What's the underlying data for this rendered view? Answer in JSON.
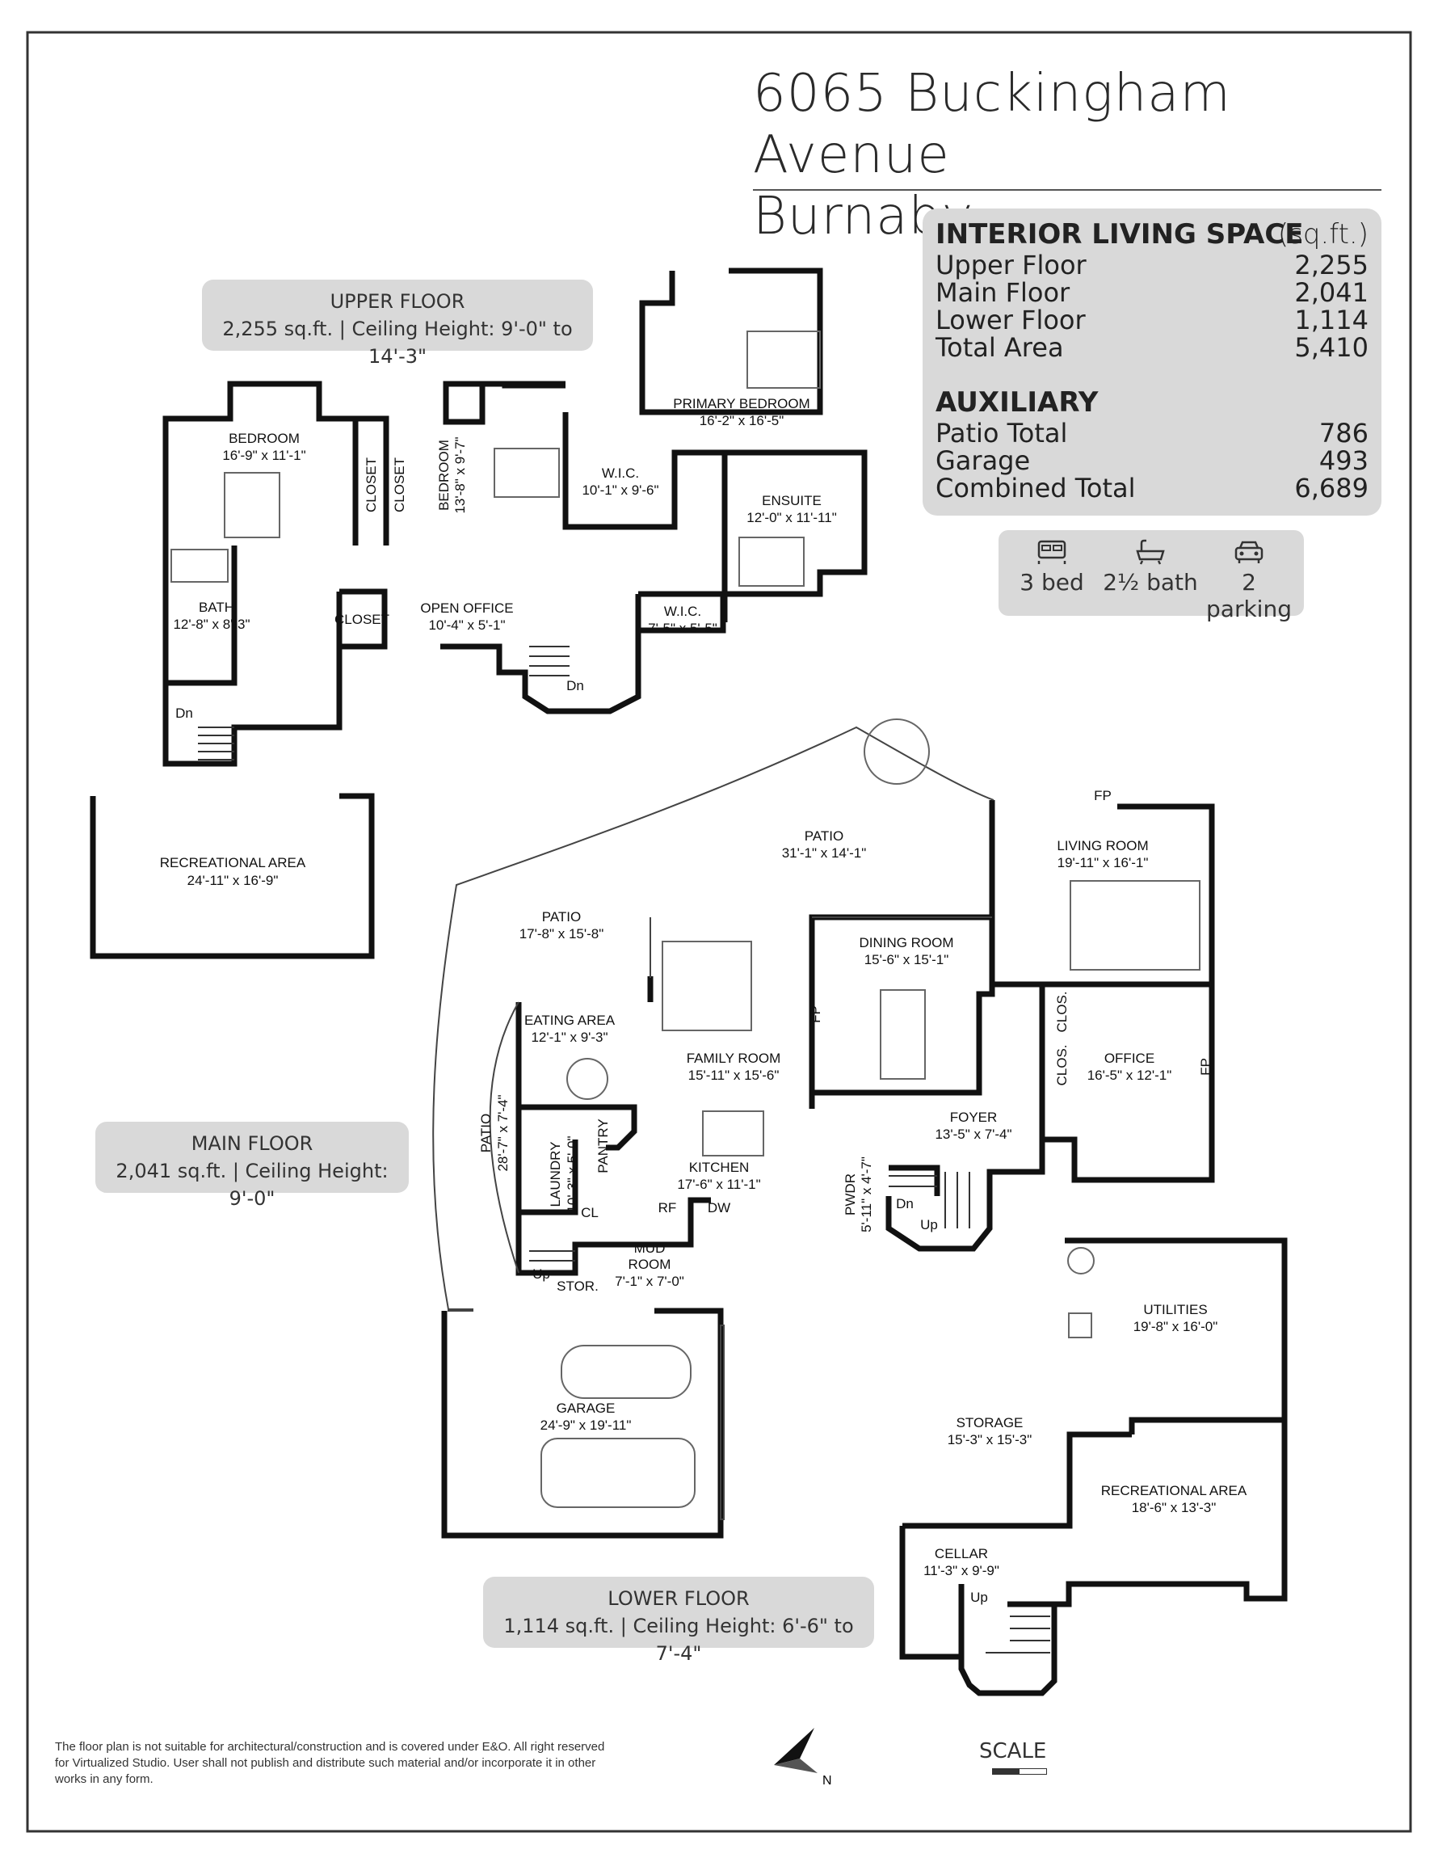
{
  "header": {
    "address_line1": "6065 Buckingham Avenue",
    "address_line2": "Burnaby"
  },
  "summary": {
    "interior_heading": "INTERIOR LIVING SPACE",
    "unit": "(sq.ft.)",
    "interior_rows": [
      {
        "label": "Upper Floor",
        "value": "2,255"
      },
      {
        "label": "Main Floor",
        "value": "2,041"
      },
      {
        "label": "Lower Floor",
        "value": "1,114"
      },
      {
        "label": "Total Area",
        "value": "5,410"
      }
    ],
    "auxiliary_heading": "AUXILIARY",
    "auxiliary_rows": [
      {
        "label": "Patio Total",
        "value": "786"
      },
      {
        "label": "Garage",
        "value": "493"
      },
      {
        "label": "Combined Total",
        "value": "6,689"
      }
    ]
  },
  "features": {
    "bed": {
      "icon": "bed-icon",
      "label": "3 bed"
    },
    "bath": {
      "icon": "bathtub-icon",
      "label": "2½ bath"
    },
    "parking": {
      "icon": "car-icon",
      "label": "2 parking"
    }
  },
  "floors": {
    "upper": {
      "name": "UPPER FLOOR",
      "detail": "2,255 sq.ft. | Ceiling Height: 9'-0\" to 14'-3\""
    },
    "main": {
      "name": "MAIN FLOOR",
      "detail": "2,041 sq.ft. | Ceiling Height: 9'-0\""
    },
    "lower": {
      "name": "LOWER FLOOR",
      "detail": "1,114 sq.ft. | Ceiling Height: 6'-6\" to 7'-4\""
    }
  },
  "rooms": {
    "primary_bedroom": {
      "name": "PRIMARY BEDROOM",
      "dims": "16'-2\" x 16'-5\""
    },
    "bedroom1": {
      "name": "BEDROOM",
      "dims": "16'-9\" x 11'-1\""
    },
    "bedroom2": {
      "name": "BEDROOM",
      "dims": "13'-8\" x 9'-7\""
    },
    "closet_a": {
      "name": "CLOSET"
    },
    "closet_b": {
      "name": "CLOSET"
    },
    "closet_c": {
      "name": "CLOSET"
    },
    "wic1": {
      "name": "W.I.C.",
      "dims": "10'-1\" x 9'-6\""
    },
    "ensuite": {
      "name": "ENSUITE",
      "dims": "12'-0\" x 11'-11\""
    },
    "bath": {
      "name": "BATH",
      "dims": "12'-8\" x 8'-3\""
    },
    "open_office": {
      "name": "OPEN OFFICE",
      "dims": "10'-4\" x 5'-1\""
    },
    "wic2": {
      "name": "W.I.C.",
      "dims": "7'-5\" x 5'-5\""
    },
    "rec_upper": {
      "name": "RECREATIONAL AREA",
      "dims": "24'-11\" x 16'-9\""
    },
    "patio_top": {
      "name": "PATIO",
      "dims": "31'-1\" x 14'-1\""
    },
    "patio_left": {
      "name": "PATIO",
      "dims": "17'-8\" x 15'-8\""
    },
    "patio_side": {
      "name": "PATIO",
      "dims": "28'-7\" x 7'-4\""
    },
    "living_room": {
      "name": "LIVING ROOM",
      "dims": "19'-11\" x 16'-1\""
    },
    "dining_room": {
      "name": "DINING ROOM",
      "dims": "15'-6\" x 15'-1\""
    },
    "eating_area": {
      "name": "EATING AREA",
      "dims": "12'-1\" x 9'-3\""
    },
    "family_room": {
      "name": "FAMILY ROOM",
      "dims": "15'-11\" x 15'-6\""
    },
    "office": {
      "name": "OFFICE",
      "dims": "16'-5\" x 12'-1\""
    },
    "clos1": {
      "name": "CLOS."
    },
    "clos2": {
      "name": "CLOS."
    },
    "foyer": {
      "name": "FOYER",
      "dims": "13'-5\" x 7'-4\""
    },
    "kitchen": {
      "name": "KITCHEN",
      "dims": "17'-6\" x 11'-1\""
    },
    "laundry": {
      "name": "LAUNDRY",
      "dims": "10'-3\" x 5'-0\""
    },
    "pantry": {
      "name": "PANTRY"
    },
    "cl": {
      "name": "CL"
    },
    "pwdr": {
      "name": "PWDR",
      "dims": "5'-11\" x 4'-7\""
    },
    "mud_room": {
      "name1": "MUD",
      "name2": "ROOM",
      "dims": "7'-1\" x 7'-0\""
    },
    "stor": {
      "name": "STOR."
    },
    "garage": {
      "name": "GARAGE",
      "dims": "24'-9\" x 19'-11\""
    },
    "utilities": {
      "name": "UTILITIES",
      "dims": "19'-8\" x 16'-0\""
    },
    "storage": {
      "name": "STORAGE",
      "dims": "15'-3\" x 15'-3\""
    },
    "rec_lower": {
      "name": "RECREATIONAL AREA",
      "dims": "18'-6\" x 13'-3\""
    },
    "cellar": {
      "name": "CELLAR",
      "dims": "11'-3\" x 9'-9\""
    }
  },
  "markers": {
    "dn": "Dn",
    "up": "Up",
    "fp": "FP",
    "rf": "RF",
    "dw": "DW"
  },
  "footer": {
    "disclaimer_lines": [
      "The floor plan is not suitable for architectural/construction and is covered under E&O. All right reserved",
      "for Virtualized Studio. User shall not publish and distribute such material and/or incorporate it in other",
      "works in any form."
    ],
    "scale_label": "SCALE",
    "north_label": "N"
  }
}
